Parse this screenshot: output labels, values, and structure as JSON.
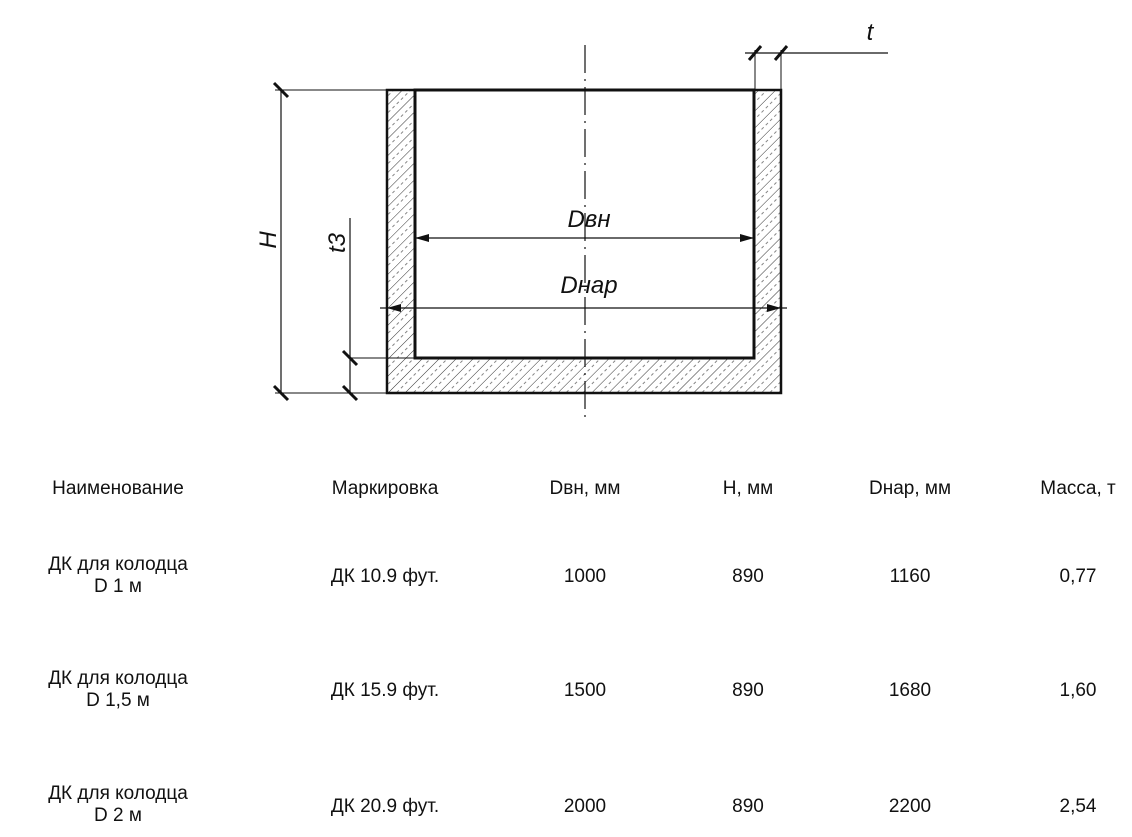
{
  "drawing": {
    "labels": {
      "t": "t",
      "H": "H",
      "t3": "t3",
      "d_inner": "Dвн",
      "d_outer": "Dнар"
    }
  },
  "table": {
    "headers": [
      "Наименование",
      "Маркировка",
      "Dвн, мм",
      "H, мм",
      "Dнар, мм",
      "Масса, т"
    ],
    "rows": [
      {
        "name_line1": "ДК для колодца",
        "name_line2": "D 1 м",
        "marking": "ДК 10.9 фут.",
        "d_inner": "1000",
        "h": "890",
        "d_outer": "1160",
        "mass": "0,77"
      },
      {
        "name_line1": "ДК для колодца",
        "name_line2": "D 1,5 м",
        "marking": "ДК 15.9 фут.",
        "d_inner": "1500",
        "h": "890",
        "d_outer": "1680",
        "mass": "1,60"
      },
      {
        "name_line1": "ДК для колодца",
        "name_line2": "D 2 м",
        "marking": "ДК 20.9 фут.",
        "d_inner": "2000",
        "h": "890",
        "d_outer": "2200",
        "mass": "2,54"
      }
    ]
  }
}
